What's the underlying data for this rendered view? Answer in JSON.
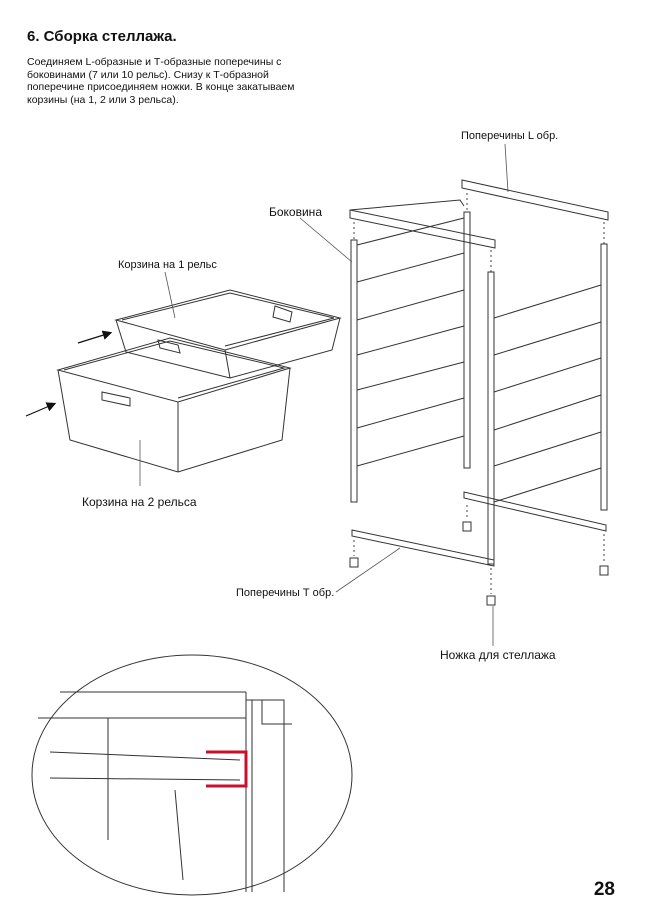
{
  "section": {
    "title": "6. Сборка стеллажа.",
    "intro": "Соединяем L-образные и Т-образные поперечины с боковинами (7 или 10 рельс). Снизу к Т-образной поперечине присоединяем ножки. В конце закатываем корзины (на 1, 2 или 3 рельса)."
  },
  "callouts": {
    "crossbars_l": "Поперечины L обр.",
    "side_frame": "Боковина",
    "basket_1_rail": "Корзина на 1 рельс",
    "basket_2_rails": "Корзина на 2 рельса",
    "crossbars_t": "Поперечины Т обр.",
    "rack_foot": "Ножка для стеллажа"
  },
  "colors": {
    "line": "#333333",
    "highlight": "#c8102e"
  },
  "page_number": "28"
}
